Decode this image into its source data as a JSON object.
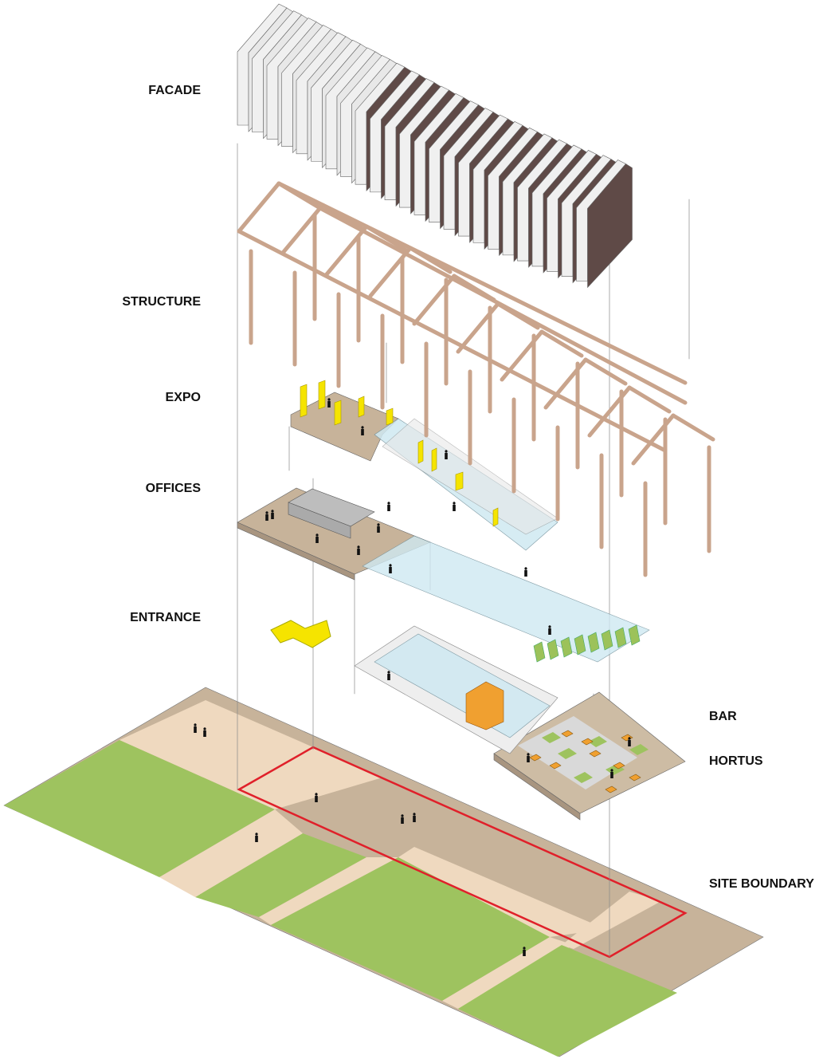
{
  "labels": {
    "facade": "FACADE",
    "structure": "STRUCTURE",
    "expo": "EXPO",
    "offices": "OFFICES",
    "entrance": "ENTRANCE",
    "bar": "BAR",
    "hortus": "HORTUS",
    "site_boundary": "SITE BOUNDARY"
  },
  "colors": {
    "facade_light": "#f0f0f0",
    "facade_dark": "#5f4a47",
    "timber": "#c9a48c",
    "floor": "#c7b39a",
    "path": "#efd9bf",
    "grass": "#9ec35f",
    "boundary": "#e0202a",
    "arrow": "#f5e400",
    "glass": "#cfe9f2",
    "furniture": "#f0a030"
  }
}
